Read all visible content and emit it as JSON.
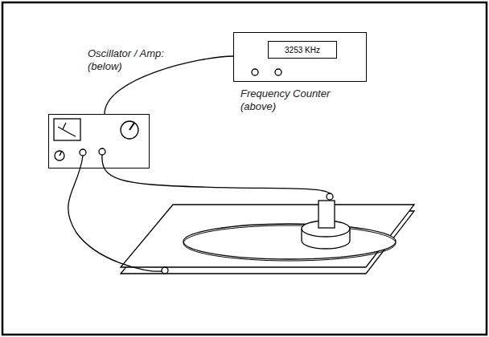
{
  "diagram": {
    "nodes": [
      {
        "text": [
          "Oscillator / Amp: (below)"
        ]
      },
      {
        "text": [
          "Frequency Counter (above)"
        ]
      },
      {
        "text": [
          "3253 KHz"
        ],
        "in": 1
      }
    ],
    "edges": [
      {
        "from": 0,
        "to": 1,
        "arrow": "none"
      }
    ]
  }
}
